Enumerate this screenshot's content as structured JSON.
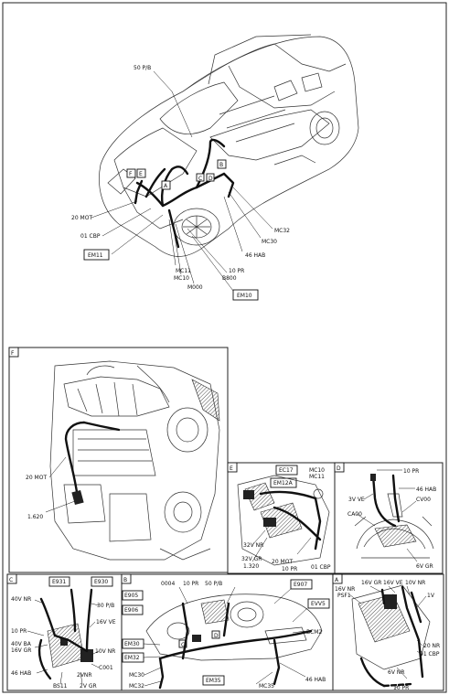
{
  "main_view": {
    "labels": {
      "p50pb": "50 P/B",
      "m20mot": "20 MOT",
      "m01cbp": "01 CBP",
      "em11": "EM11",
      "mc11": "MC11",
      "mc10": "MC10",
      "m000": "M000",
      "p10pr": "10 PR",
      "b800": "B800",
      "em10": "EM10",
      "h46hab": "46 HAB",
      "mc30": "MC30",
      "mc32": "MC32",
      "tagF": "F",
      "tagE": "E",
      "tagA": "A",
      "tagB": "B",
      "tagC": "C",
      "tagD": "D"
    }
  },
  "panel_f": {
    "letter": "F",
    "labels": {
      "m20mot": "20 MOT",
      "l1620": "1.620"
    }
  },
  "panel_e": {
    "letter": "E",
    "labels": {
      "ec17": "EC17",
      "em12a": "EM12A",
      "mc10": "MC10",
      "mc11": "MC11",
      "nr32v": "32V NR",
      "gr32v": "32V GR",
      "l1320": "1.320",
      "m20mot": "20 MOT",
      "p10pr": "10 PR",
      "c01cbp": "01 CBP"
    }
  },
  "panel_d": {
    "letter": "D",
    "labels": {
      "p10pr": "10 PR",
      "h46hab": "46 HAB",
      "ve3v": "3V VE",
      "cv00": "CV00",
      "ca00": "CA00",
      "gr6v": "6V GR"
    }
  },
  "panel_c": {
    "letter": "C",
    "labels": {
      "e931": "E931",
      "e930": "E930",
      "nr40v": "40V NR",
      "pb30": "30 P/B",
      "ve16v": "16V VE",
      "p10pr": "10 PR",
      "ba40v": "40V BA",
      "gr16v": "16V GR",
      "nr10v": "10V NR",
      "c001": "C001",
      "nr2v": "2VNR",
      "h46hab": "46 HAB",
      "bs11": "BS11",
      "gr2v": "2V GR"
    }
  },
  "panel_b": {
    "letter": "B",
    "labels": {
      "e905": "E905",
      "e906": "E906",
      "m0004": "0004",
      "p10pr": "10 PR",
      "pb50": "50 P/B",
      "e907": "E907",
      "evv5": "EVV5",
      "em30": "EM30",
      "em32": "EM32",
      "bcm2": "BCM2",
      "mc30": "MC30",
      "mc32": "MC32",
      "em35": "EM35",
      "mc35": "MC35",
      "h46hab": "46 HAB",
      "tagC": "C",
      "tagD": "D"
    }
  },
  "panel_a": {
    "letter": "A",
    "labels": {
      "gr16v": "16V GR",
      "ve16v": "16V VE",
      "nr10v": "10V NR",
      "nr16v": "16V NR",
      "psf1": "PSF1",
      "v1": "1V",
      "nr20": "20 NR",
      "cbp01": "01 CBP",
      "nr6v": "6V NR",
      "pr10": "10 PR"
    }
  }
}
